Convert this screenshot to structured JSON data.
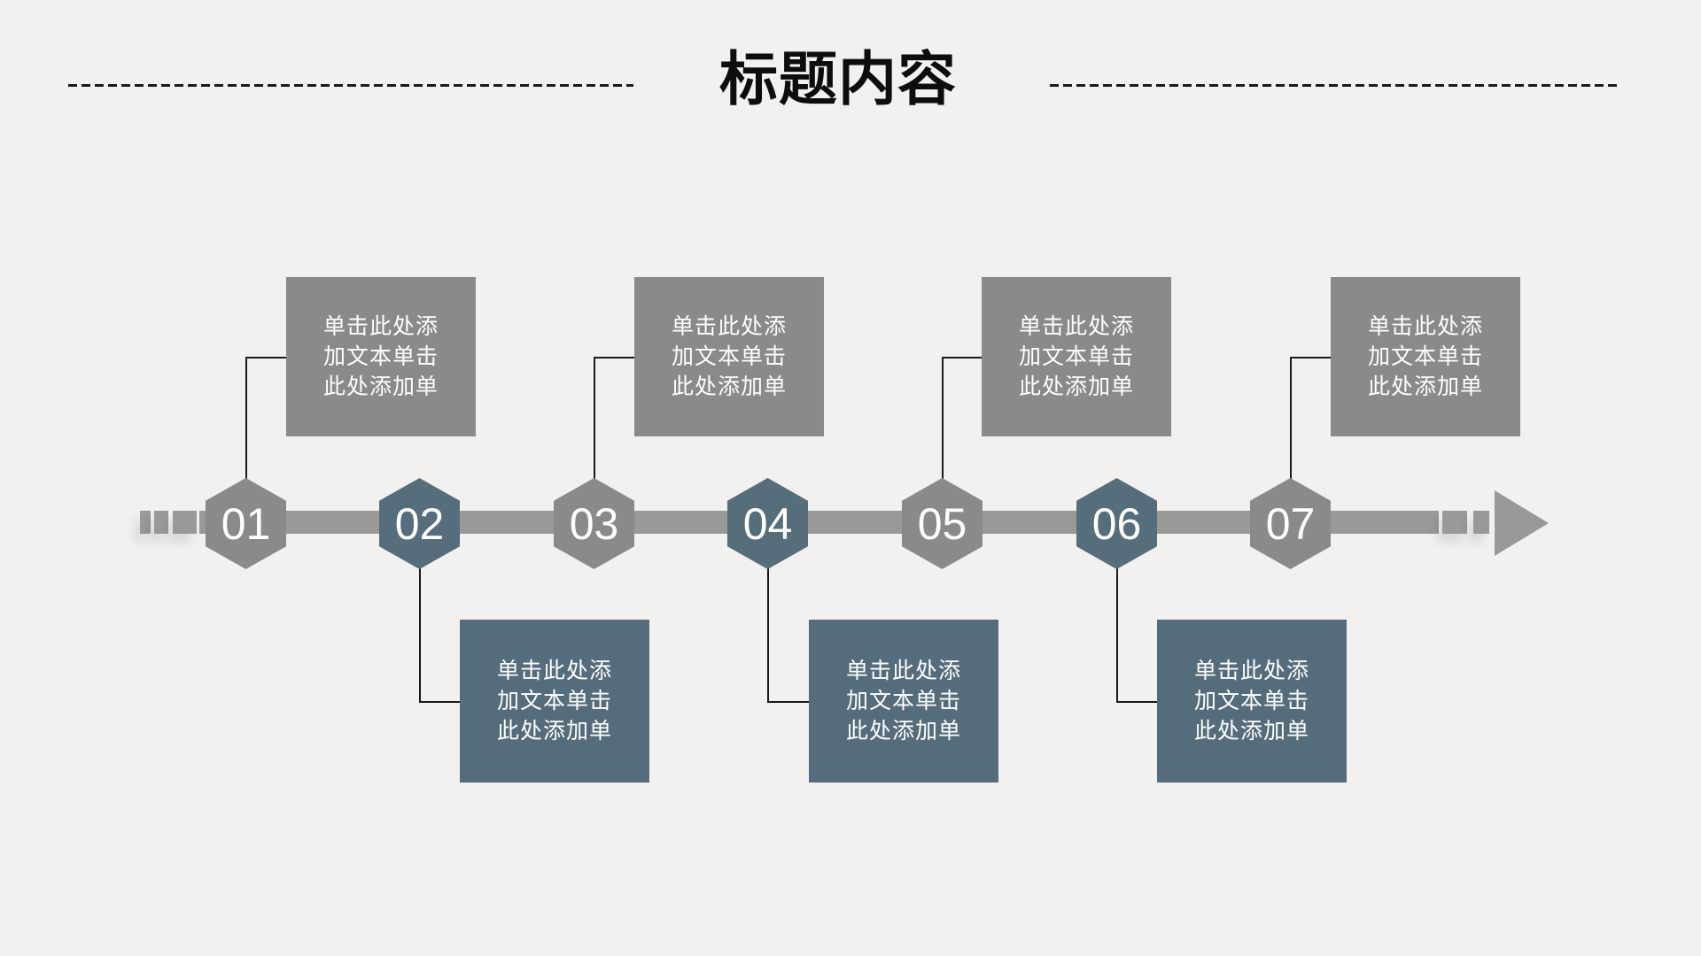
{
  "slide": {
    "title": "标题内容",
    "background_color": "#f2f1f0",
    "title_color": "#0d0d0d",
    "divider_color": "#1a1a1a"
  },
  "timeline": {
    "direction": "left-to-right",
    "bar_color": "#9b9998",
    "gray_node_color": "#8c8a89",
    "gray_box_color": "#8b8989",
    "slate_node_color": "#566d7c",
    "slate_box_color": "#546c7b",
    "connector_color": "#1a1a1a",
    "text_color": "#ffffff",
    "placeholder_text": "单击此处添加文本单击此处添加单",
    "items": [
      {
        "number": "01",
        "side": "top",
        "variant": "gray",
        "lines": [
          "单击此处添",
          "加文本单击",
          "此处添加单"
        ]
      },
      {
        "number": "02",
        "side": "bottom",
        "variant": "slate",
        "lines": [
          "单击此处添",
          "加文本单击",
          "此处添加单"
        ]
      },
      {
        "number": "03",
        "side": "top",
        "variant": "gray",
        "lines": [
          "单击此处添",
          "加文本单击",
          "此处添加单"
        ]
      },
      {
        "number": "04",
        "side": "bottom",
        "variant": "slate",
        "lines": [
          "单击此处添",
          "加文本单击",
          "此处添加单"
        ]
      },
      {
        "number": "05",
        "side": "top",
        "variant": "gray",
        "lines": [
          "单击此处添",
          "加文本单击",
          "此处添加单"
        ]
      },
      {
        "number": "06",
        "side": "bottom",
        "variant": "slate",
        "lines": [
          "单击此处添",
          "加文本单击",
          "此处添加单"
        ]
      },
      {
        "number": "07",
        "side": "top",
        "variant": "gray",
        "lines": [
          "单击此处添",
          "加文本单击",
          "此处添加单"
        ]
      }
    ]
  }
}
